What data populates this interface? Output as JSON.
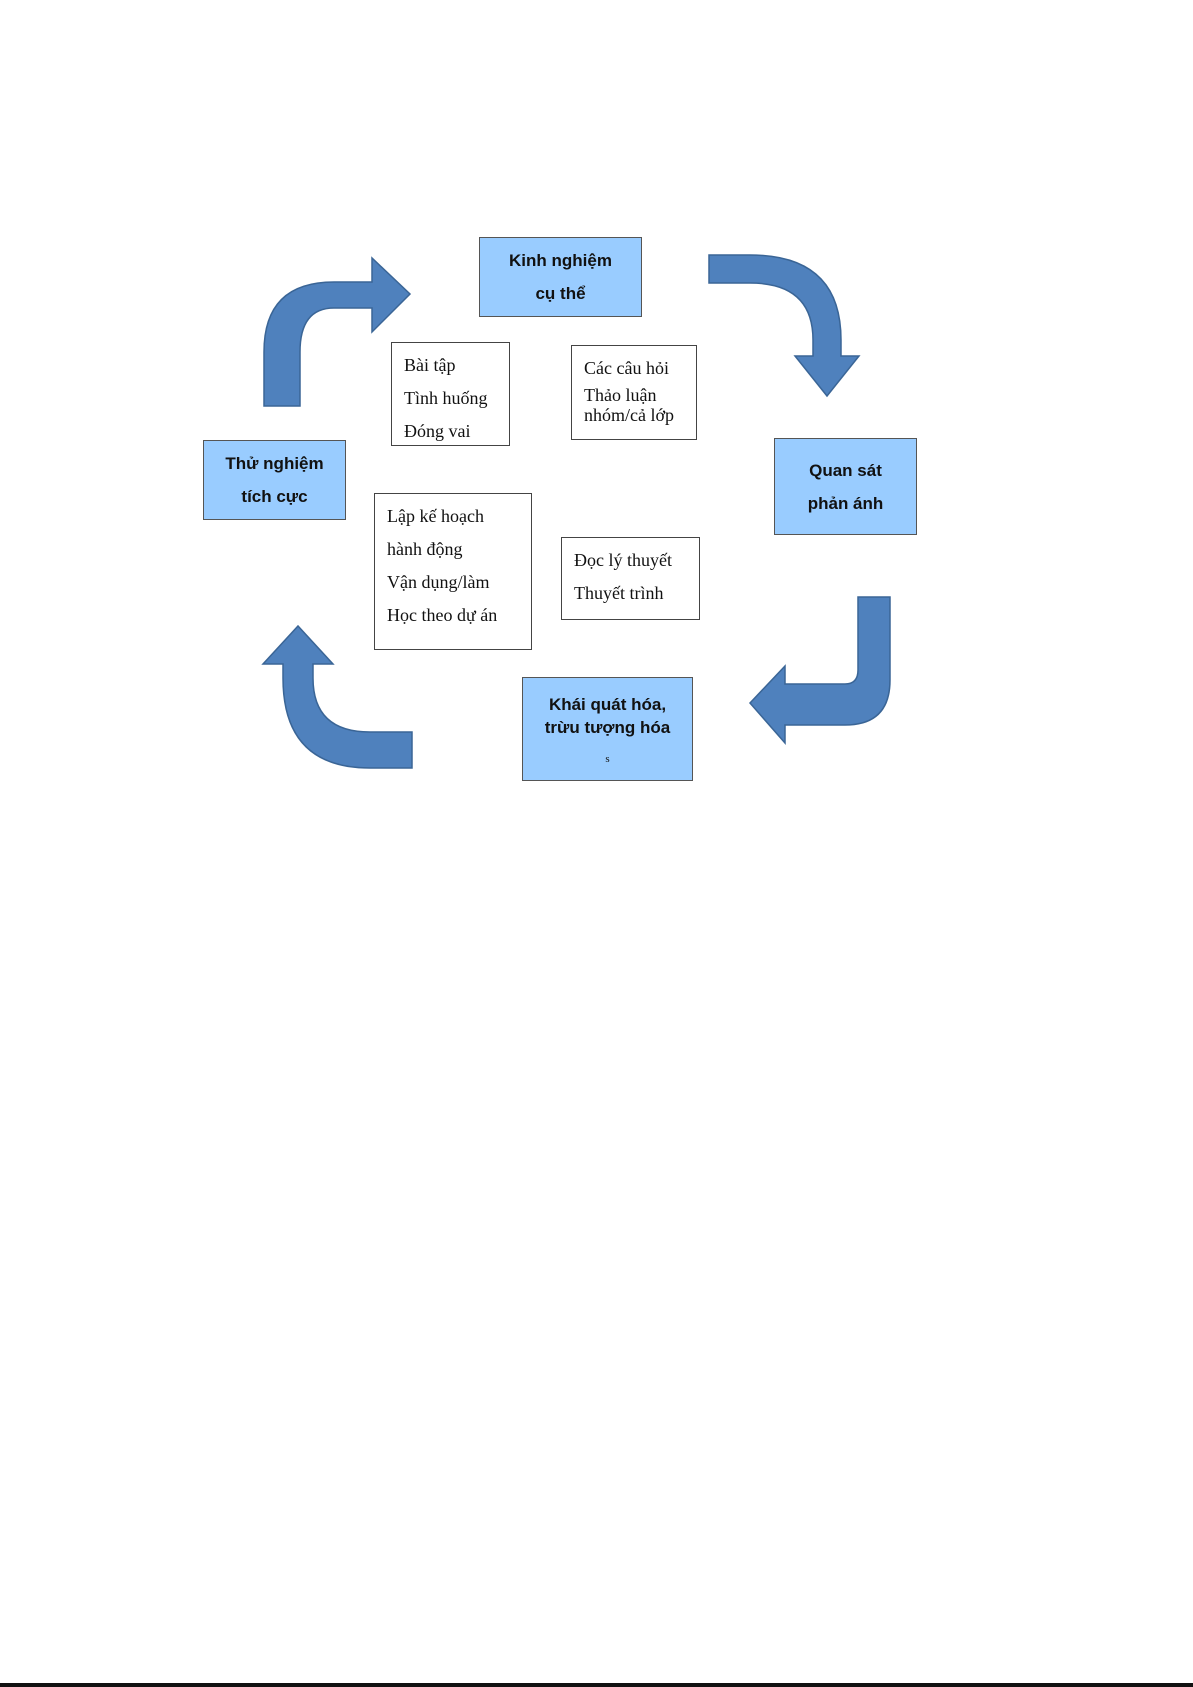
{
  "colors": {
    "stage_fill": "#99ccff",
    "arrow_fill": "#4f81bd",
    "arrow_stroke": "#3a6596"
  },
  "stages": {
    "concrete_experience": [
      "Kinh nghiệm",
      "cụ thể"
    ],
    "reflective_observation": [
      "Quan sát",
      "phản ánh"
    ],
    "abstract_conceptualization": [
      "Khái quát hóa,",
      "trừu tượng hóa"
    ],
    "abstract_conceptualization_note": "s",
    "active_experimentation": [
      "Thử nghiệm",
      "tích cực"
    ]
  },
  "activities": {
    "exercises": [
      "Bài tập",
      "Tình huống",
      "Đóng vai"
    ],
    "questions": [
      "Các câu hỏi",
      "Thảo luận",
      "nhóm/cả lớp"
    ],
    "planning": [
      "Lập kế hoạch",
      "hành động",
      "Vận dụng/làm",
      "Học theo dự án"
    ],
    "theory": [
      "Đọc lý thuyết",
      "Thuyết trình"
    ]
  }
}
